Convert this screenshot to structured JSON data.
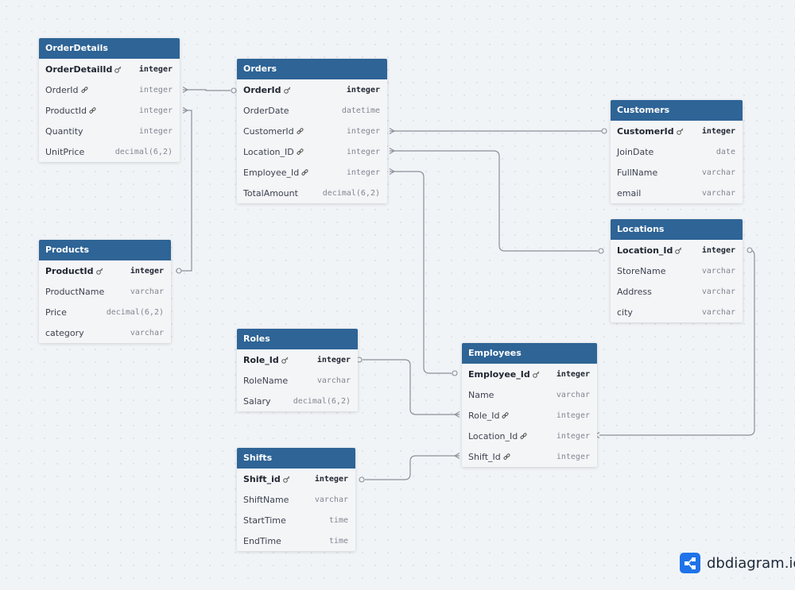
{
  "tables": {
    "orderdetails": {
      "title": "OrderDetails",
      "fields": [
        {
          "name": "OrderDetailId",
          "type": "integer",
          "pk": true
        },
        {
          "name": "OrderId",
          "type": "integer",
          "fk": true
        },
        {
          "name": "ProductId",
          "type": "integer",
          "fk": true
        },
        {
          "name": "Quantity",
          "type": "integer"
        },
        {
          "name": "UnitPrice",
          "type": "decimal(6,2)"
        }
      ]
    },
    "orders": {
      "title": "Orders",
      "fields": [
        {
          "name": "OrderId",
          "type": "integer",
          "pk": true
        },
        {
          "name": "OrderDate",
          "type": "datetime"
        },
        {
          "name": "CustomerId",
          "type": "integer",
          "fk": true
        },
        {
          "name": "Location_ID",
          "type": "integer",
          "fk": true
        },
        {
          "name": "Employee_Id",
          "type": "integer",
          "fk": true
        },
        {
          "name": "TotalAmount",
          "type": "decimal(6,2)"
        }
      ]
    },
    "customers": {
      "title": "Customers",
      "fields": [
        {
          "name": "CustomerId",
          "type": "integer",
          "pk": true
        },
        {
          "name": "JoinDate",
          "type": "date"
        },
        {
          "name": "FullName",
          "type": "varchar"
        },
        {
          "name": "email",
          "type": "varchar"
        }
      ]
    },
    "locations": {
      "title": "Locations",
      "fields": [
        {
          "name": "Location_Id",
          "type": "integer",
          "pk": true
        },
        {
          "name": "StoreName",
          "type": "varchar"
        },
        {
          "name": "Address",
          "type": "varchar"
        },
        {
          "name": "city",
          "type": "varchar"
        }
      ]
    },
    "products": {
      "title": "Products",
      "fields": [
        {
          "name": "ProductId",
          "type": "integer",
          "pk": true
        },
        {
          "name": "ProductName",
          "type": "varchar"
        },
        {
          "name": "Price",
          "type": "decimal(6,2)"
        },
        {
          "name": "category",
          "type": "varchar"
        }
      ]
    },
    "roles": {
      "title": "Roles",
      "fields": [
        {
          "name": "Role_Id",
          "type": "integer",
          "pk": true
        },
        {
          "name": "RoleName",
          "type": "varchar"
        },
        {
          "name": "Salary",
          "type": "decimal(6,2)"
        }
      ]
    },
    "employees": {
      "title": "Employees",
      "fields": [
        {
          "name": "Employee_Id",
          "type": "integer",
          "pk": true
        },
        {
          "name": "Name",
          "type": "varchar"
        },
        {
          "name": "Role_Id",
          "type": "integer",
          "fk": true
        },
        {
          "name": "Location_Id",
          "type": "integer",
          "fk": true
        },
        {
          "name": "Shift_Id",
          "type": "integer",
          "fk": true
        }
      ]
    },
    "shifts": {
      "title": "Shifts",
      "fields": [
        {
          "name": "Shift_id",
          "type": "integer",
          "pk": true
        },
        {
          "name": "ShiftName",
          "type": "varchar"
        },
        {
          "name": "StartTime",
          "type": "time"
        },
        {
          "name": "EndTime",
          "type": "time"
        }
      ]
    }
  },
  "relationships": [
    {
      "from": "orderdetails.OrderId",
      "to": "orders.OrderId"
    },
    {
      "from": "orderdetails.ProductId",
      "to": "products.ProductId"
    },
    {
      "from": "orders.CustomerId",
      "to": "customers.CustomerId"
    },
    {
      "from": "orders.Location_ID",
      "to": "locations.Location_Id"
    },
    {
      "from": "orders.Employee_Id",
      "to": "employees.Employee_Id"
    },
    {
      "from": "employees.Role_Id",
      "to": "roles.Role_Id"
    },
    {
      "from": "employees.Location_Id",
      "to": "locations.Location_Id"
    },
    {
      "from": "employees.Shift_Id",
      "to": "shifts.Shift_id"
    }
  ],
  "colors": {
    "header": "#2e6496",
    "line": "#8a9099"
  },
  "branding": {
    "name": "dbdiagram.io",
    "icon": "share-nodes-icon"
  }
}
